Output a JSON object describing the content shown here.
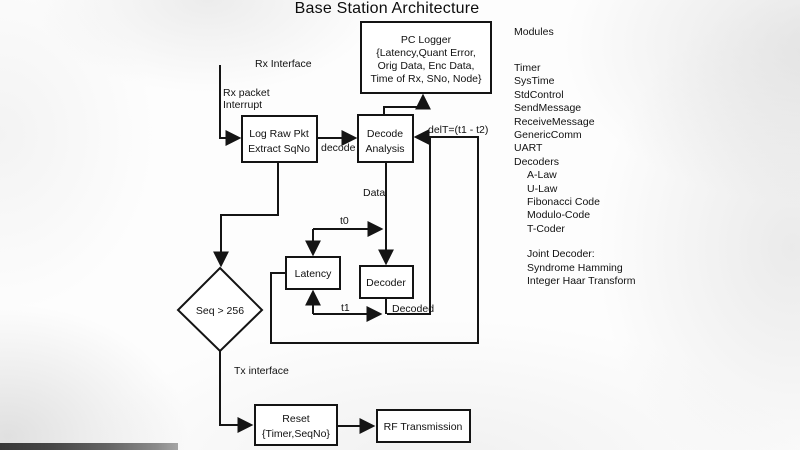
{
  "title": "Base Station Architecture",
  "diagram": {
    "boxes": {
      "pc_logger": {
        "line1": "PC Logger",
        "line2": "{Latency,Quant Error,",
        "line3": "Orig Data, Enc Data,",
        "line4": "Time of Rx, SNo, Node}"
      },
      "log_raw_pkt": {
        "line1": "Log Raw Pkt",
        "line2": "Extract SqNo"
      },
      "decode_analysis": {
        "line1": "Decode",
        "line2": "Analysis"
      },
      "latency": {
        "label": "Latency"
      },
      "decoder": {
        "label": "Decoder"
      },
      "seq_decision": {
        "label": "Seq > 256"
      },
      "reset": {
        "line1": "Reset",
        "line2": "{Timer,SeqNo}"
      },
      "rf_transmission": {
        "label": "RF Transmission"
      }
    },
    "edge_labels": {
      "rx_interface": "Rx Interface",
      "rx_packet": "Rx packet",
      "interrupt": "Interrupt",
      "decode": "decode",
      "delt": "delT=(t1 - t2)",
      "data": "Data",
      "t0": "t0",
      "t1": "t1",
      "decoded": "Decoded",
      "tx_interface": "Tx interface"
    }
  },
  "modules_panel": {
    "heading": "Modules",
    "items": [
      {
        "label": "Timer"
      },
      {
        "label": "SysTime"
      },
      {
        "label": "StdControl"
      },
      {
        "label": "SendMessage"
      },
      {
        "label": "ReceiveMessage"
      },
      {
        "label": "GenericComm"
      },
      {
        "label": "UART"
      },
      {
        "label": "Decoders"
      },
      {
        "label": "A-Law"
      },
      {
        "label": "U-Law"
      },
      {
        "label": "Fibonacci Code"
      },
      {
        "label": "Modulo-Code"
      },
      {
        "label": "T-Coder"
      },
      {
        "label": "Joint Decoder:"
      },
      {
        "label": "Syndrome Hamming"
      },
      {
        "label": "Integer Haar Transform"
      }
    ]
  },
  "colors": {
    "line": "#141414",
    "box_fill": "#ffffff",
    "background": "#fdfdfd",
    "bottom_strip_dark": "#383838"
  }
}
